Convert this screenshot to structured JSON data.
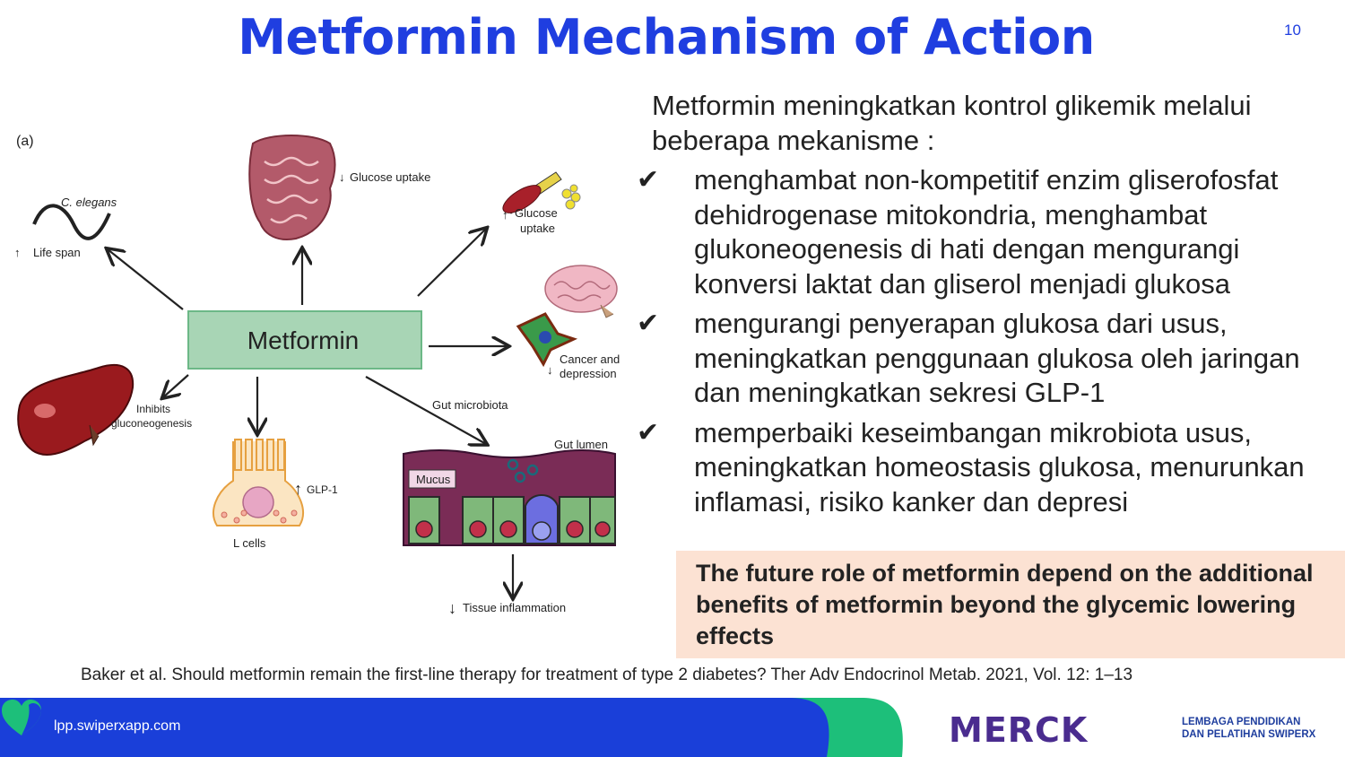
{
  "slide": {
    "title": "Metformin Mechanism of Action",
    "page_number": "10"
  },
  "diagram": {
    "panel_label": "(a)",
    "center_label": "Metformin",
    "labels": {
      "c_elegans": "C. elegans",
      "life_span": "Life span",
      "glucose_uptake_top": "Glucose uptake",
      "glucose_right_1": "Glucose",
      "glucose_right_2": "uptake",
      "cancer_1": "Cancer and",
      "cancer_2": "depression",
      "inhibits_1": "Inhibits",
      "inhibits_2": "gluconeogenesis",
      "glp1": "GLP-1",
      "l_cells": "L cells",
      "gut_microbiota": "Gut microbiota",
      "gut_lumen": "Gut lumen",
      "mucus": "Mucus",
      "tissue_inflammation": "Tissue inflammation"
    }
  },
  "content": {
    "intro": "Metformin meningkatkan kontrol glikemik melalui beberapa mekanisme :",
    "check_symbol": "✔",
    "bullets": [
      "menghambat non-kompetitif enzim gliserofosfat dehidrogenase mitokondria, menghambat glukoneogenesis di hati dengan mengurangi konversi laktat dan gliserol menjadi glukosa",
      "mengurangi penyerapan glukosa dari usus, meningkatkan penggunaan glukosa oleh jaringan dan meningkatkan sekresi GLP-1",
      "memperbaiki keseimbangan mikrobiota usus, meningkatkan homeostasis glukosa, menurunkan inflamasi, risiko kanker dan depresi"
    ],
    "callout": "The future role of metformin depend on the additional benefits of metformin  beyond the glycemic lowering effects"
  },
  "citation": "Baker et al. Should metformin remain the first-line therapy for treatment of type 2 diabetes? Ther Adv Endocrinol Metab. 2021, Vol. 12: 1–13",
  "footer": {
    "url": "lpp.swiperxapp.com",
    "merck_logo": "MERCK",
    "lpp_line1": "LEMBAGA PENDIDIKAN",
    "lpp_line2": "DAN PELATIHAN SWIPERX"
  },
  "colors": {
    "title_blue": "#1f3ee0",
    "footer_blue": "#1a3fd9",
    "footer_green": "#1dbf7a",
    "callout_bg": "#fce2d3",
    "metformin_box": "#a8d5b5"
  }
}
